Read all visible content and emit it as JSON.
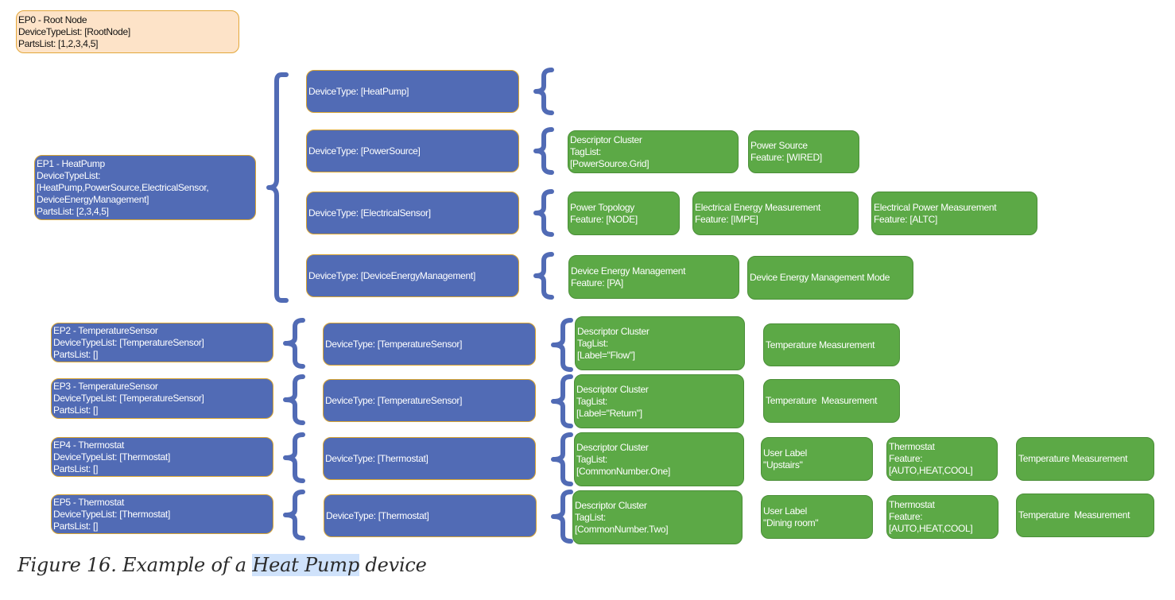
{
  "root": {
    "lines": [
      "EP0 - Root Node",
      "DeviceTypeList: [RootNode]",
      "PartsList: [1,2,3,4,5]"
    ]
  },
  "ep1": {
    "lines": [
      "EP1 - HeatPump",
      "DeviceTypeList:",
      "[HeatPump,PowerSource,ElectricalSensor,",
      "DeviceEnergyManagement]",
      "PartsList: [2,3,4,5]"
    ],
    "device_types": [
      {
        "label": "DeviceType: [HeatPump]",
        "clusters": []
      },
      {
        "label": "DeviceType: [PowerSource]",
        "clusters": [
          {
            "lines": [
              "Descriptor Cluster",
              "TagList:",
              "[PowerSource.Grid]"
            ]
          },
          {
            "lines": [
              "Power Source",
              "Feature: [WIRED]"
            ]
          }
        ]
      },
      {
        "label": "DeviceType: [ElectricalSensor]",
        "clusters": [
          {
            "lines": [
              "Power Topology",
              "Feature: [NODE]"
            ]
          },
          {
            "lines": [
              "Electrical Energy Measurement",
              "Feature: [IMPE]"
            ]
          },
          {
            "lines": [
              "Electrical Power Measurement",
              "Feature: [ALTC]"
            ]
          }
        ]
      },
      {
        "label": "DeviceType: [DeviceEnergyManagement]",
        "clusters": [
          {
            "lines": [
              "Device Energy Management",
              "Feature: [PA]"
            ]
          },
          {
            "lines": [
              "Device Energy Management Mode"
            ]
          }
        ]
      }
    ]
  },
  "endpoints": [
    {
      "lines": [
        "EP2 - TemperatureSensor",
        "DeviceTypeList: [TemperatureSensor]",
        "PartsList: []"
      ],
      "device_type": "DeviceType: [TemperatureSensor]",
      "clusters": [
        {
          "lines": [
            "Descriptor Cluster",
            "TagList:",
            "[Label=\"Flow\"]"
          ]
        },
        {
          "lines": [
            "Temperature Measurement"
          ]
        }
      ]
    },
    {
      "lines": [
        "EP3 - TemperatureSensor",
        "DeviceTypeList: [TemperatureSensor]",
        "PartsList: []"
      ],
      "device_type": "DeviceType: [TemperatureSensor]",
      "clusters": [
        {
          "lines": [
            "Descriptor Cluster",
            "TagList:",
            "[Label=\"Return\"]"
          ]
        },
        {
          "lines": [
            "Temperature  Measurement"
          ]
        }
      ]
    },
    {
      "lines": [
        "EP4 - Thermostat",
        "DeviceTypeList: [Thermostat]",
        "PartsList: []"
      ],
      "device_type": "DeviceType: [Thermostat]",
      "clusters": [
        {
          "lines": [
            "Descriptor Cluster",
            "TagList:",
            "[CommonNumber.One]"
          ]
        },
        {
          "lines": [
            "User Label",
            "\"Upstairs\""
          ]
        },
        {
          "lines": [
            "Thermostat",
            "Feature:",
            "[AUTO,HEAT,COOL]"
          ]
        },
        {
          "lines": [
            "Temperature Measurement"
          ]
        }
      ]
    },
    {
      "lines": [
        "EP5 - Thermostat",
        "DeviceTypeList: [Thermostat]",
        "PartsList: []"
      ],
      "device_type": "DeviceType: [Thermostat]",
      "clusters": [
        {
          "lines": [
            "Descriptor Cluster",
            "TagList:",
            "[CommonNumber.Two]"
          ]
        },
        {
          "lines": [
            "User Label",
            "\"Dining room\""
          ]
        },
        {
          "lines": [
            "Thermostat",
            "Feature:",
            "[AUTO,HEAT,COOL]"
          ]
        },
        {
          "lines": [
            "Temperature  Measurement"
          ]
        }
      ]
    }
  ],
  "caption": {
    "prefix": "Figure 16. Example of a ",
    "highlight": "Heat Pump",
    "suffix": " device"
  },
  "colors": {
    "root_fill": "#fde3c8",
    "endpoint_fill": "#516bb5",
    "cluster_fill": "#5ca946",
    "highlight": "#cfe2fb"
  }
}
